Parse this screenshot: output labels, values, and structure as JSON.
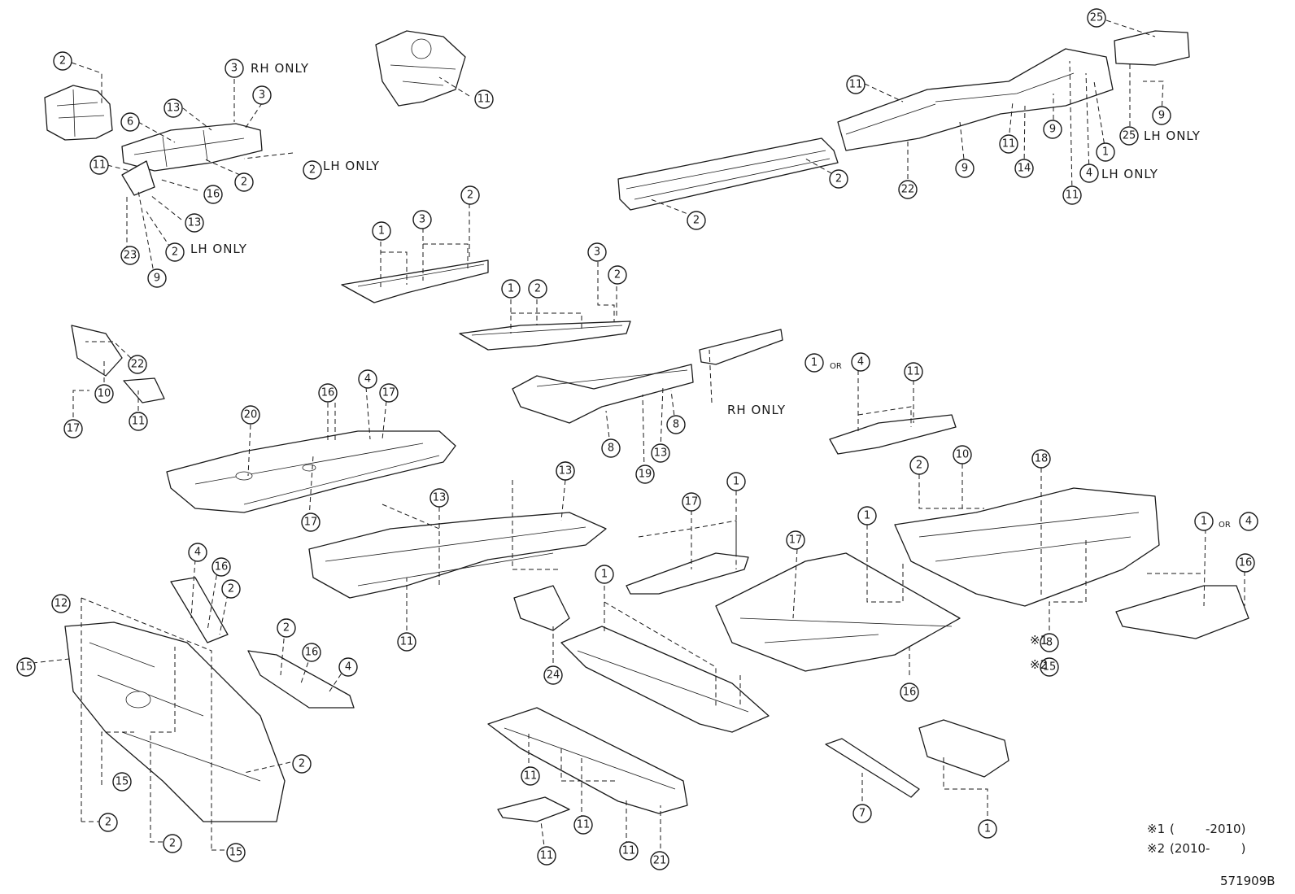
{
  "diagram_id": "571909B",
  "notes": {
    "rh_only": "RH ONLY",
    "lh_only": "LH ONLY",
    "or": "OR"
  },
  "legend": [
    {
      "mark": "※1",
      "text": "(        -2010)"
    },
    {
      "mark": "※2",
      "text": "(2010-        )"
    }
  ],
  "callout_mark_note1": "※1",
  "callout_mark_note2": "※2",
  "callouts": [
    "2",
    "3",
    "3",
    "13",
    "6",
    "2",
    "2",
    "11",
    "16",
    "13",
    "2",
    "23",
    "9",
    "11",
    "11",
    "25",
    "9",
    "25",
    "1",
    "4",
    "11",
    "14",
    "11",
    "9",
    "9",
    "22",
    "2",
    "2",
    "1",
    "3",
    "2",
    "1",
    "2",
    "3",
    "2",
    "22",
    "10",
    "17",
    "11",
    "20",
    "16",
    "4",
    "17",
    "17",
    "13",
    "8",
    "8",
    "19",
    "13",
    "1",
    "4",
    "11",
    "2",
    "10",
    "18",
    "1",
    "4",
    "16",
    "8",
    "15",
    "13",
    "13",
    "11",
    "17",
    "1",
    "17",
    "1",
    "16",
    "12",
    "15",
    "15",
    "2",
    "2",
    "15",
    "2",
    "4",
    "16",
    "2",
    "2",
    "16",
    "4",
    "24",
    "1",
    "11",
    "11",
    "11",
    "21",
    "11",
    "7",
    "1"
  ]
}
